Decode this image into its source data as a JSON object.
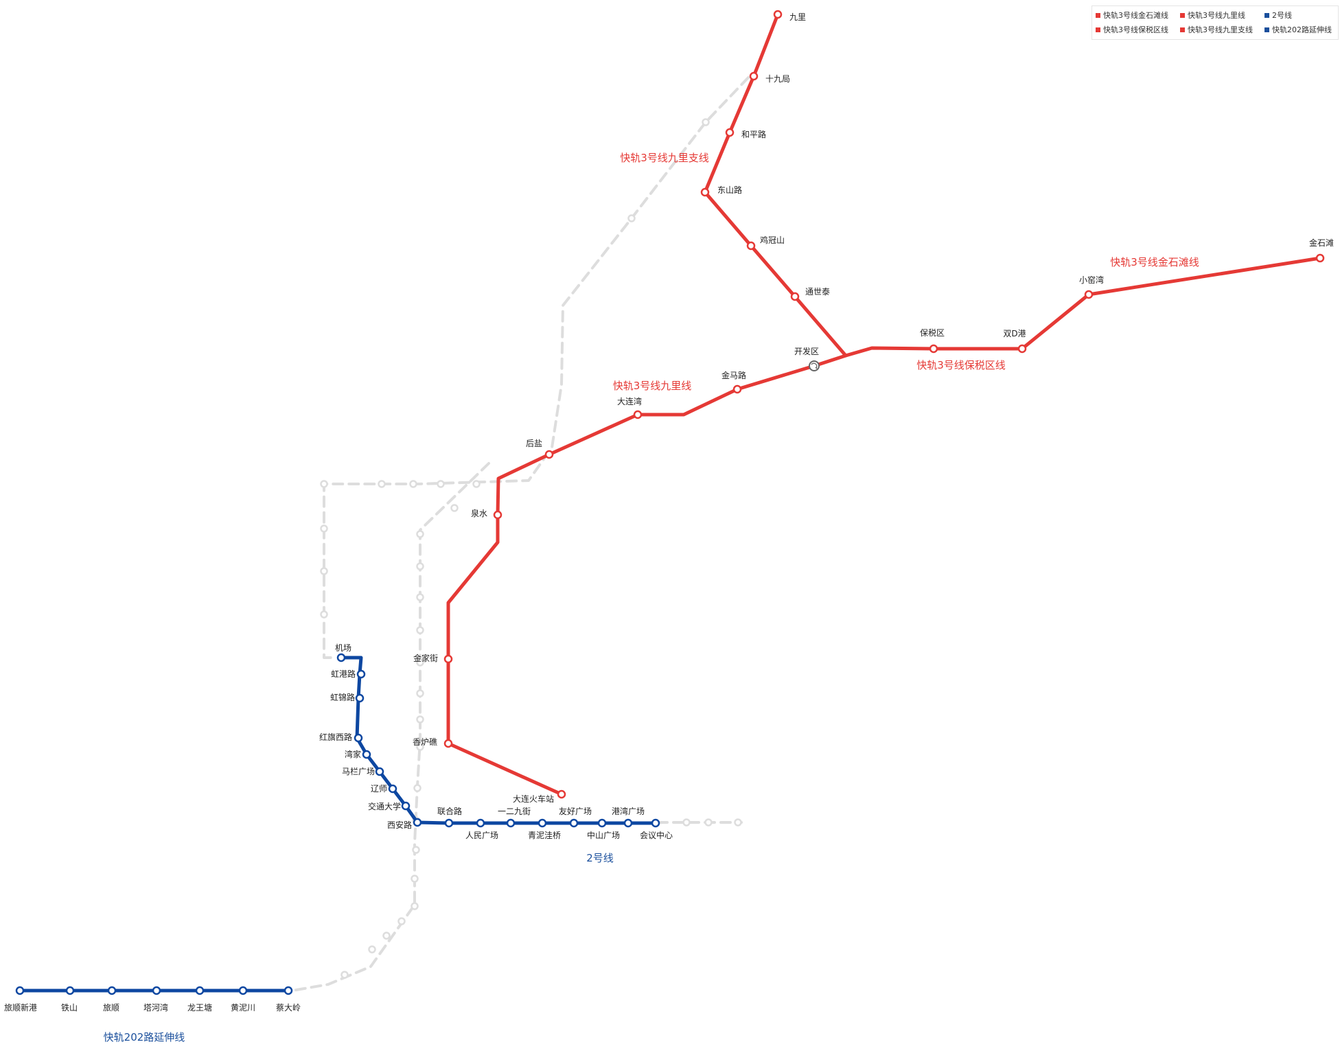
{
  "colors": {
    "red": "#e53935",
    "blue": "#0d47a1",
    "gray": "#dddddd"
  },
  "legend": {
    "items": [
      {
        "label": "快轨3号线金石滩线",
        "color": "#e53935"
      },
      {
        "label": "快轨3号线九里线",
        "color": "#e53935"
      },
      {
        "label": "2号线",
        "color": "#1a4f9c"
      },
      {
        "label": "快轨3号线保税区线",
        "color": "#e53935"
      },
      {
        "label": "快轨3号线九里支线",
        "color": "#e53935"
      },
      {
        "label": "快轨202路延伸线",
        "color": "#1a4f9c"
      }
    ]
  },
  "line_labels": {
    "jiuli_branch": "快轨3号线九里支线",
    "jinshitan": "快轨3号线金石滩线",
    "baoshuiqu": "快轨3号线保税区线",
    "jiuli": "快轨3号线九里线",
    "line2": "2号线",
    "ext202": "快轨202路延伸线"
  },
  "stations": {
    "jiuli_branch": [
      "九里",
      "十九局",
      "和平路",
      "东山路",
      "鸡冠山",
      "通世泰"
    ],
    "hub": "开发区",
    "baoshuiqu": [
      "保税区",
      "双D港"
    ],
    "jinshitan": [
      "小窑湾",
      "金石滩"
    ],
    "jiuli": [
      "金马路",
      "大连湾",
      "后盐",
      "泉水",
      "金家街",
      "香炉礁",
      "大连火车站"
    ],
    "line2_north": [
      "机场",
      "虹港路",
      "虹锦路",
      "红旗西路",
      "湾家",
      "马栏广场",
      "辽师",
      "交通大学"
    ],
    "line2_east": [
      "西安路",
      "联合路",
      "人民广场",
      "一二九街",
      "青泥洼桥",
      "友好广场",
      "中山广场",
      "港湾广场",
      "会议中心"
    ],
    "ext202": [
      "旅顺新港",
      "铁山",
      "旅顺",
      "塔河湾",
      "龙王塘",
      "黄泥川",
      "蔡大岭"
    ]
  }
}
